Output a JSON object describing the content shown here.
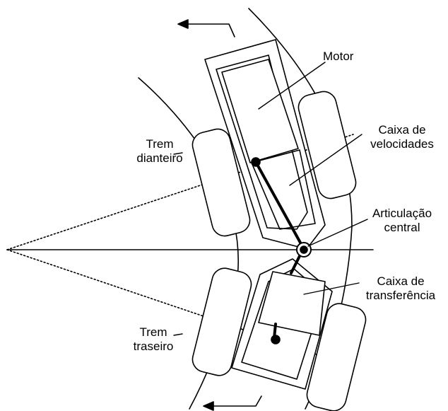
{
  "labels": {
    "motor": "Motor",
    "gearbox_line1": "Caixa de",
    "gearbox_line2": "velocidades",
    "front_axle_line1": "Trem",
    "front_axle_line2": "dianteiro",
    "joint_line1": "Articulação",
    "joint_line2": "central",
    "transfer_line1": "Caixa de",
    "transfer_line2": "transferência",
    "rear_axle_line1": "Trem",
    "rear_axle_line2": "traseiro"
  }
}
